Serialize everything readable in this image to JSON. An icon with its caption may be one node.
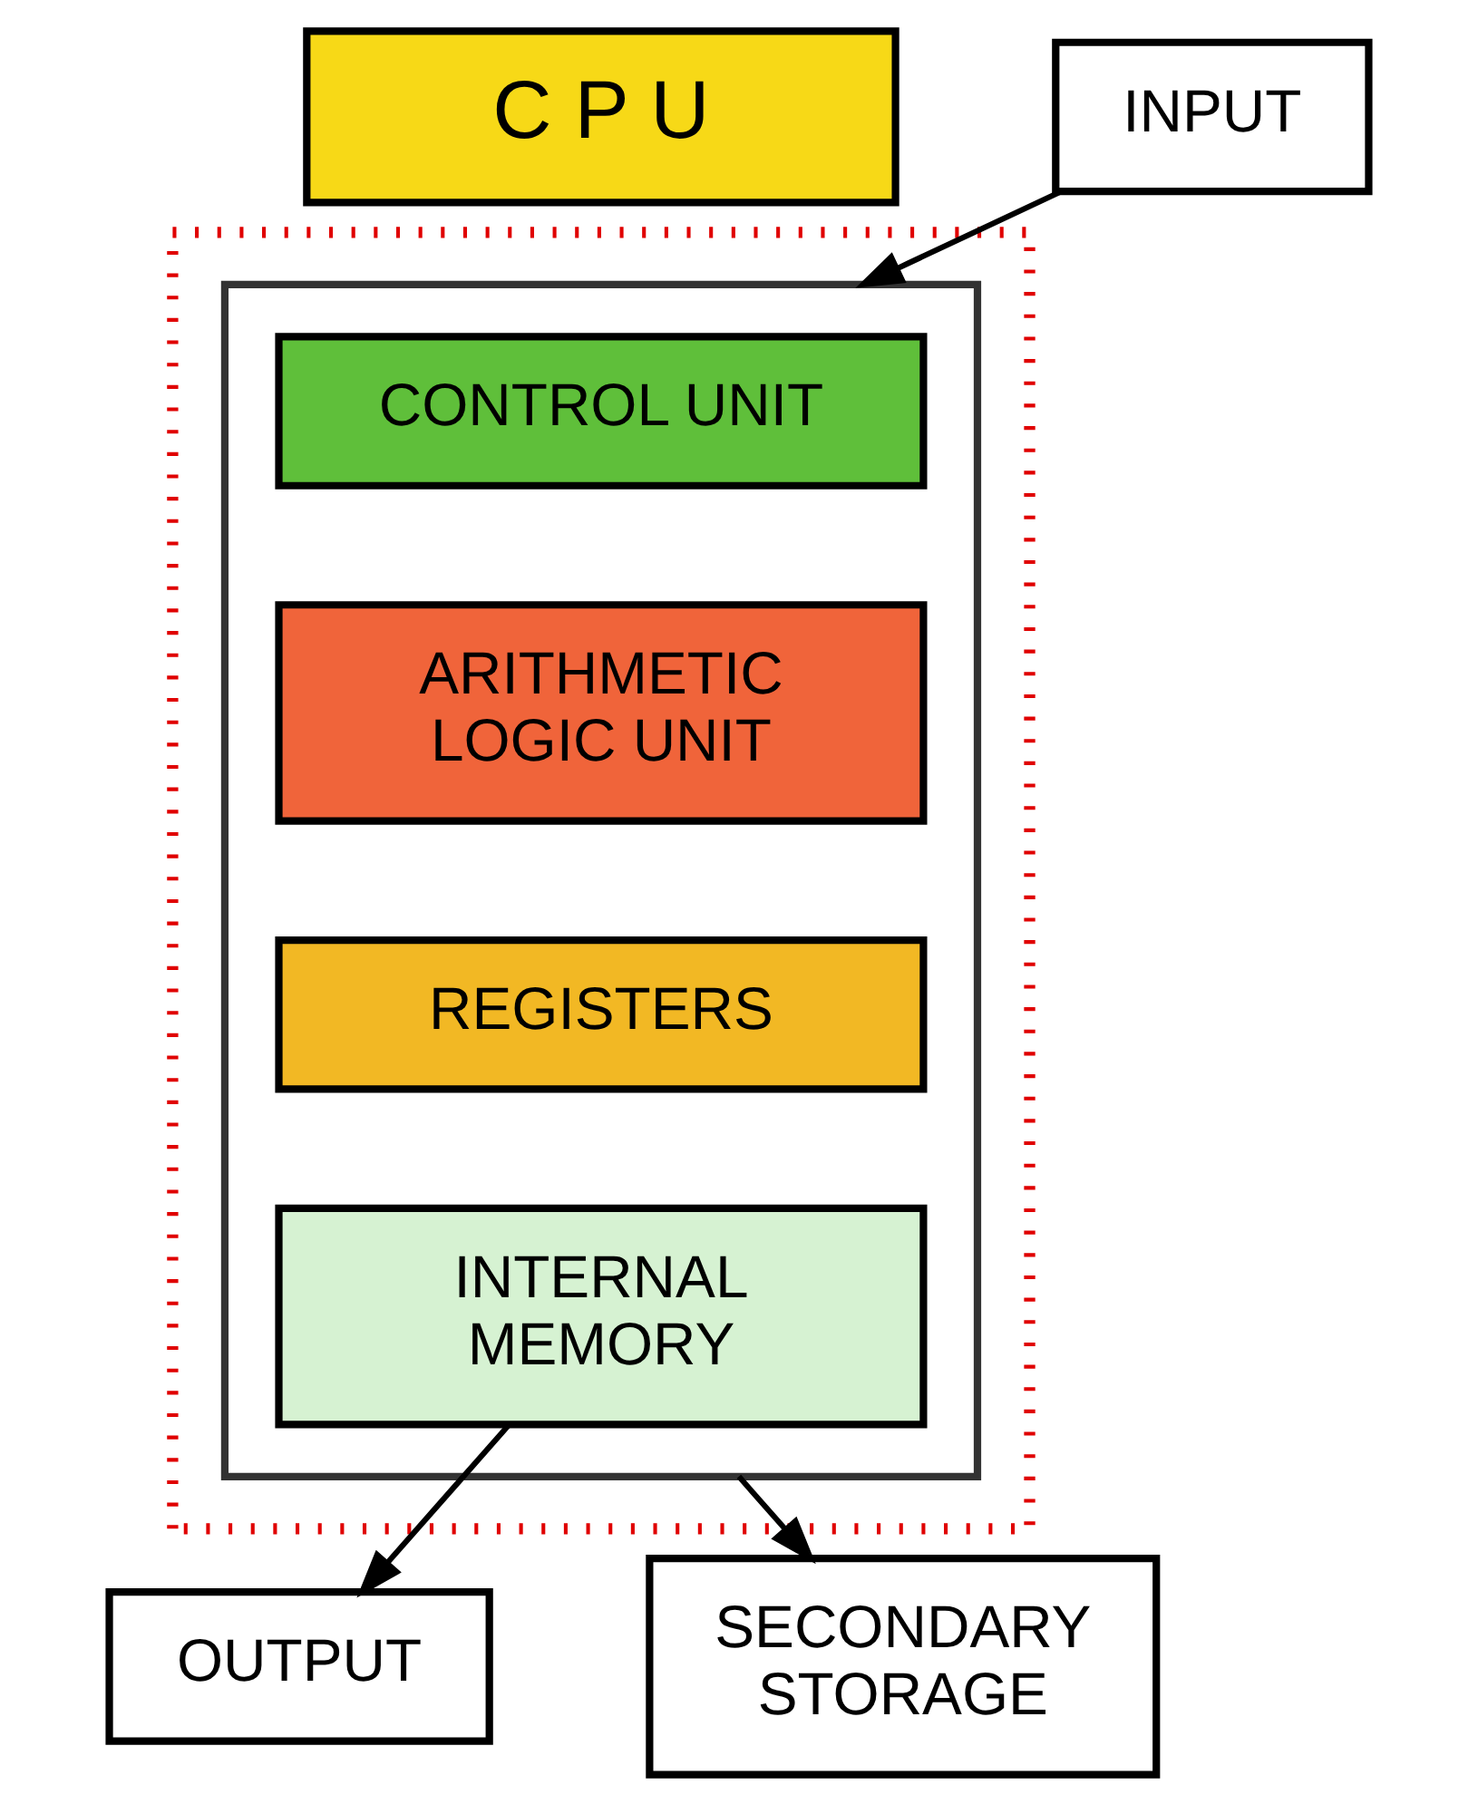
{
  "diagram": {
    "nodes": [
      {
        "text": [
          "C P U"
        ]
      },
      {
        "text": [
          "INPUT"
        ]
      },
      {
        "text": [],
        "shape": "box"
      },
      {
        "text": [],
        "shape": "box",
        "in": 2
      },
      {
        "text": [
          "CONTROL UNIT"
        ],
        "in": 3
      },
      {
        "text": [
          "ARITHMETIC LOGIC UNIT"
        ],
        "in": 3
      },
      {
        "text": [
          "REGISTERS"
        ],
        "in": 3
      },
      {
        "text": [
          "INTERNAL MEMORY"
        ],
        "in": 3
      },
      {
        "text": [
          "OUTPUT"
        ]
      },
      {
        "text": [
          "SECONDARY STORAGE"
        ]
      }
    ],
    "edges": [
      {
        "from": 1,
        "to": 3,
        "arrow": "to"
      },
      {
        "from": 7,
        "to": 8,
        "arrow": "to"
      },
      {
        "from": 3,
        "to": 9,
        "arrow": "to"
      }
    ]
  }
}
